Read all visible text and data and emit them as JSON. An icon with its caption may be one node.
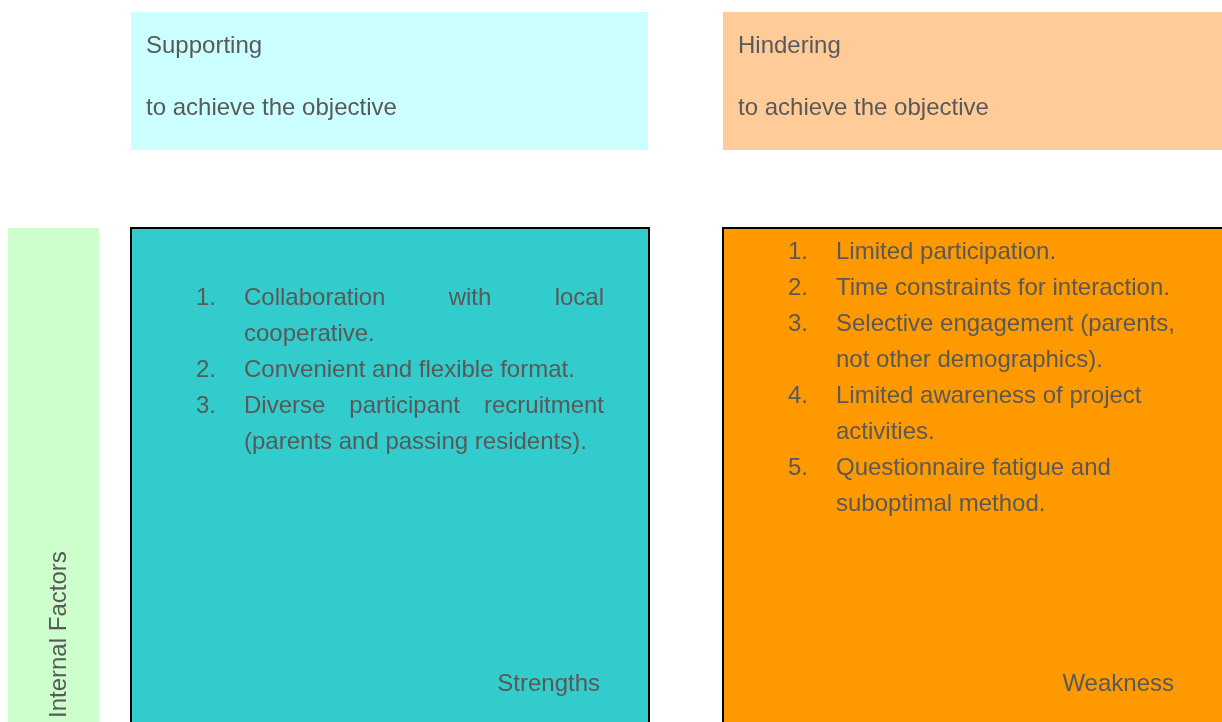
{
  "diagram": {
    "nodes": [
      {
        "text": [
          "Supporting",
          "to achieve the objective"
        ]
      },
      {
        "text": [
          "Hindering",
          "to achieve the objective"
        ]
      },
      {
        "text": [
          "Internal Factors"
        ]
      },
      {
        "text": [
          "1. Collaboration with local cooperative.",
          "2. Convenient and flexible format.",
          "3. Diverse participant recruitment (parents and passing residents).",
          "Strengths"
        ]
      },
      {
        "text": [
          "1. Limited participation.",
          "2. Time constraints for interaction.",
          "3. Selective engagement (parents, not other demographics).",
          "4. Limited awareness of project activities.",
          "5. Questionnaire fatigue and suboptimal method.",
          "Weakness"
        ]
      }
    ],
    "edges": []
  }
}
